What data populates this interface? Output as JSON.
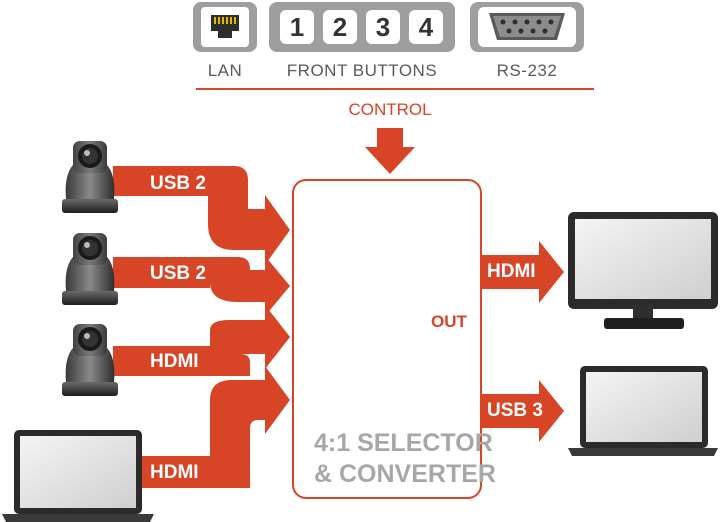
{
  "control_sources": {
    "lan_label": "LAN",
    "front_buttons_label": "FRONT BUTTONS",
    "front_buttons": [
      "1",
      "2",
      "3",
      "4"
    ],
    "rs232_label": "RS-232"
  },
  "control_label": "CONTROL",
  "inputs": [
    {
      "device": "ptz-camera",
      "signal": "USB 2"
    },
    {
      "device": "ptz-camera",
      "signal": "USB 2"
    },
    {
      "device": "ptz-camera",
      "signal": "HDMI"
    },
    {
      "device": "laptop",
      "signal": "HDMI"
    }
  ],
  "device": {
    "title_line1": "4:1 SELECTOR",
    "title_line2": "& CONVERTER",
    "out_label": "OUT"
  },
  "outputs": [
    {
      "device": "monitor",
      "signal": "HDMI"
    },
    {
      "device": "laptop",
      "signal": "USB 3"
    }
  ],
  "colors": {
    "accent": "#d74526",
    "icon_gray": "#9e9e9e",
    "text_gray": "#5a5a5a",
    "box_title": "#a7a7a7"
  }
}
